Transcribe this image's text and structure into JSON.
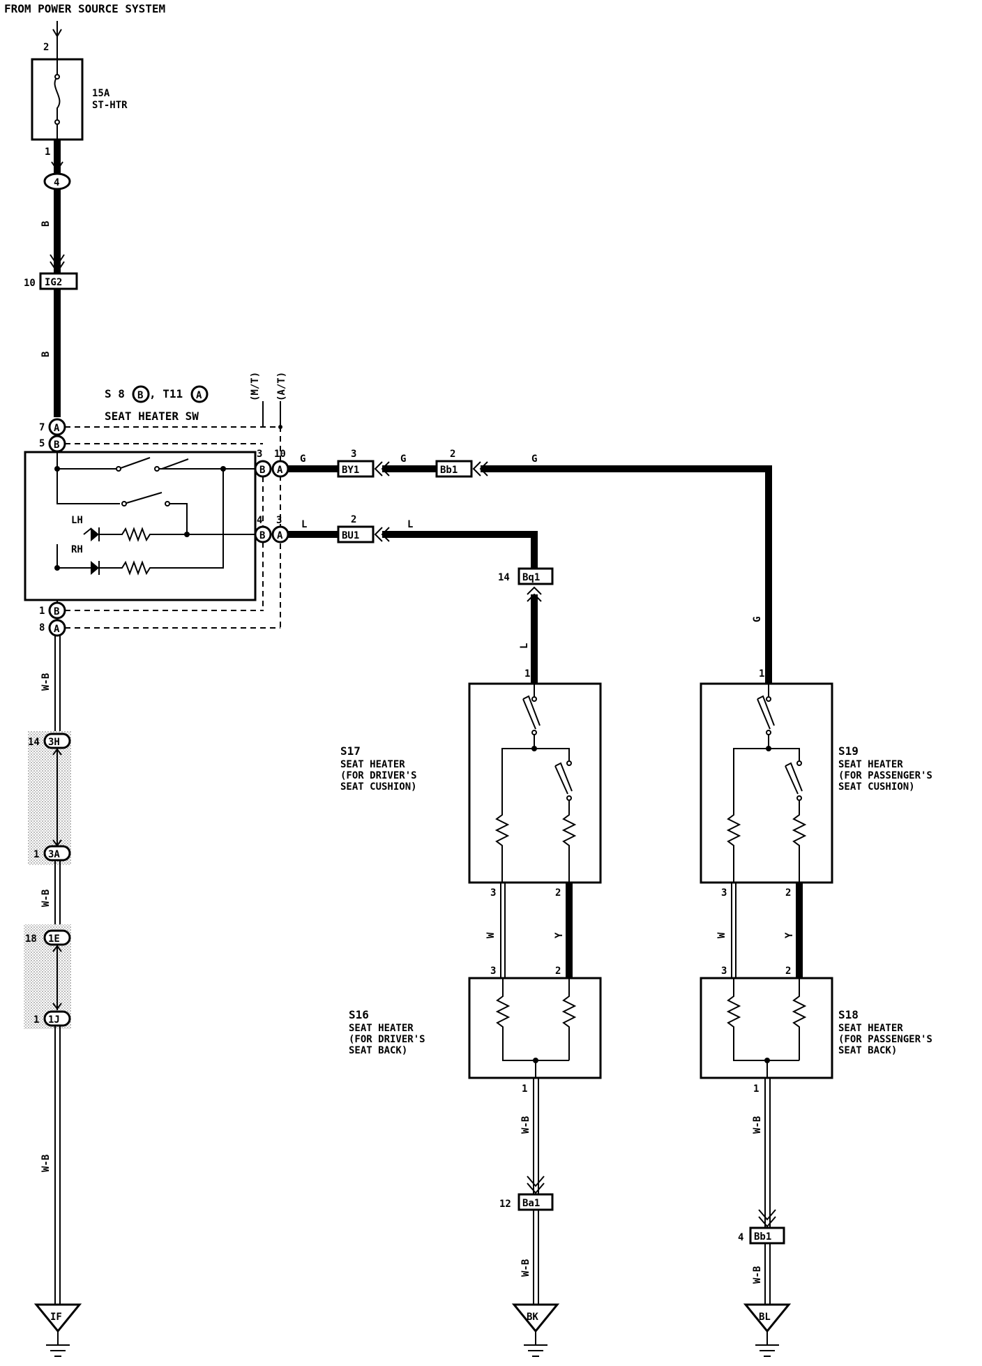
{
  "source_label": "FROM POWER SOURCE SYSTEM",
  "fuse": {
    "rating": "15A",
    "name": "ST-HTR",
    "pin_in": "2",
    "pin_out": "1"
  },
  "junctions": {
    "j4": "4",
    "ig2": {
      "name": "IG2",
      "pin": "10"
    },
    "j3h": {
      "name": "3H",
      "pin": "14"
    },
    "j3a": {
      "name": "3A",
      "pin": "1"
    },
    "j1e": {
      "name": "1E",
      "pin": "18"
    },
    "j1j": {
      "name": "1J",
      "pin": "1"
    }
  },
  "wire_colors": {
    "b": "B",
    "g": "G",
    "l": "L",
    "wb": "W-B",
    "w": "W",
    "y": "Y"
  },
  "switch": {
    "ref": "S 8",
    "ref_b": "B",
    "ref2": ", T11",
    "ref_a": "A",
    "name": "SEAT HEATER SW",
    "mt": "(M/T)",
    "at": "(A/T)",
    "lh": "LH",
    "rh": "RH",
    "pins": {
      "a7": "7",
      "b5": "5",
      "b3": "3",
      "a10": "10",
      "b4": "4",
      "a3": "3",
      "b1": "1",
      "a8": "8"
    },
    "conn_a": "A",
    "conn_b": "B"
  },
  "connectors": {
    "by1": {
      "name": "BY1",
      "pin": "3"
    },
    "bb1_top": {
      "name": "Bb1",
      "pin": "2"
    },
    "bu1": {
      "name": "BU1",
      "pin": "2"
    },
    "bq1": {
      "name": "Bq1",
      "pin": "14"
    },
    "ba1": {
      "name": "Ba1",
      "pin": "12"
    },
    "bb1_bot": {
      "name": "Bb1",
      "pin": "4"
    }
  },
  "heaters": {
    "s17": {
      "ref": "S17",
      "line1": "SEAT HEATER",
      "line2": "(FOR DRIVER'S",
      "line3": " SEAT CUSHION)",
      "pin1": "1",
      "pin3": "3",
      "pin2": "2"
    },
    "s19": {
      "ref": "S19",
      "line1": "SEAT HEATER",
      "line2": "(FOR PASSENGER'S",
      "line3": " SEAT CUSHION)",
      "pin1": "1",
      "pin3": "3",
      "pin2": "2"
    },
    "s16": {
      "ref": "S16",
      "line1": "SEAT HEATER",
      "line2": "(FOR DRIVER'S",
      "line3": " SEAT BACK)",
      "pin3": "3",
      "pin2": "2",
      "pin1": "1"
    },
    "s18": {
      "ref": "S18",
      "line1": "SEAT HEATER",
      "line2": "(FOR PASSENGER'S",
      "line3": " SEAT BACK)",
      "pin3": "3",
      "pin2": "2",
      "pin1": "1"
    }
  },
  "grounds": {
    "if": "IF",
    "bk": "BK",
    "bl": "BL"
  }
}
